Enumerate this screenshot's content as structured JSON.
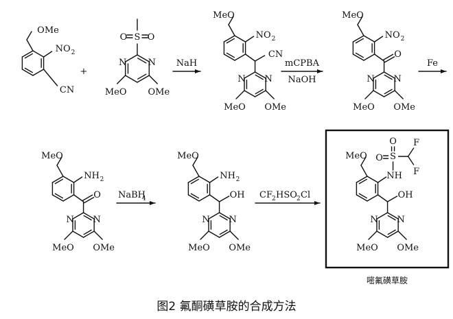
{
  "reagents": {
    "plus": "+",
    "step1": "NaH",
    "step2_top": "mCPBA",
    "step2_bottom": "NaOH",
    "step3": "Fe",
    "step4": "NaBH",
    "step4_sub": "4",
    "step5_a": "CF",
    "step5_sub": "2",
    "step5_b": "HSO",
    "step5_sub2": "2",
    "step5_c": "Cl"
  },
  "atoms": {
    "OMe": "OMe",
    "MeO": "MeO",
    "CN": "CN",
    "NO": "NO",
    "NO_sub": "2",
    "NH": "NH",
    "NH_sub": "2",
    "N": "N",
    "O": "O",
    "S": "S",
    "OH": "OH",
    "F": "F"
  },
  "product_name": "嘧氟磺草胺",
  "caption": "图2   氟酮磺草胺的合成方法"
}
